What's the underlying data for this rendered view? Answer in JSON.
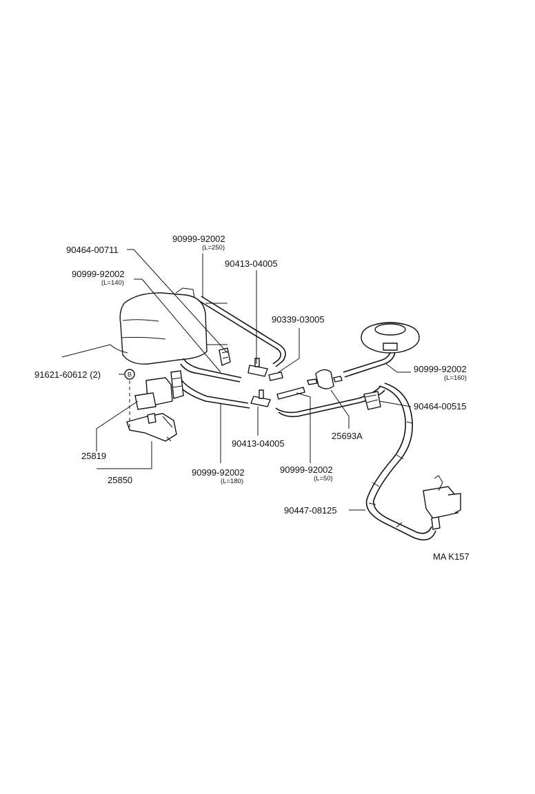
{
  "labels": {
    "p90464_00711": "90464-00711",
    "p90999_92002_a": "90999-92002",
    "p90999_92002_a_len": "(L=250)",
    "p90413_04005_a": "90413-04005",
    "p90999_92002_b": "90999-92002",
    "p90999_92002_b_len": "(L=140)",
    "p90339_03005": "90339-03005",
    "p90999_92002_c": "90999-92002",
    "p90999_92002_c_len": "(L=160)",
    "p91621_60612": "91621-60612 (2)",
    "marker_b": "B",
    "p90464_00515": "90464-00515",
    "p25693A": "25693A",
    "p90413_04005_b": "90413-04005",
    "p25819": "25819",
    "p25850": "25850",
    "p90999_92002_d": "90999-92002",
    "p90999_92002_d_len": "(L=180)",
    "p90999_92002_e": "90999-92002",
    "p90999_92002_e_len": "(L=50)",
    "p90447_08125": "90447-08125",
    "figure_code": "MA K157"
  }
}
